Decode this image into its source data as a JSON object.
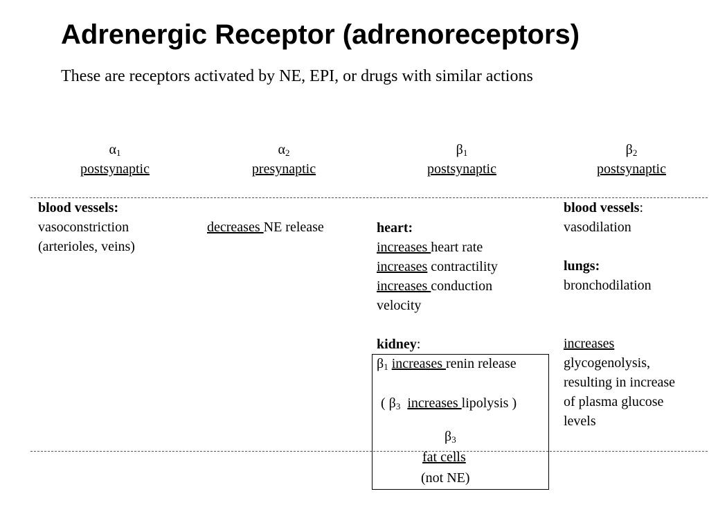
{
  "title": "Adrenergic Receptor (adrenoreceptors)",
  "subtitle": "These are receptors activated  by NE, EPI,  or drugs with similar actions",
  "headers": [
    {
      "symbol": "α",
      "sub": "1",
      "type": "postsynaptic"
    },
    {
      "symbol": "α",
      "sub": "2",
      "type": "presynaptic"
    },
    {
      "symbol": "β",
      "sub": "1",
      "type": "postsynaptic"
    },
    {
      "symbol": "β",
      "sub": "2",
      "type": "postsynaptic"
    }
  ],
  "alpha1": {
    "heading": "blood vessels:",
    "line1": "vasoconstriction",
    "line2": "(arterioles, veins)"
  },
  "alpha2": {
    "underlined": "decreases ",
    "rest": "NE release"
  },
  "beta1": {
    "heart_heading": "heart:",
    "hr_u": "increases ",
    "hr_rest": "heart rate",
    "contr_u": "increases",
    "contr_rest": " contractility",
    "cond_u": "increases ",
    "cond_rest": "conduction",
    "cond_line2": "velocity",
    "kidney_heading": "kidney",
    "kidney_colon": ":",
    "renin_symbol": "β",
    "renin_sub": "1",
    "renin_u": "increases ",
    "renin_rest": "renin release"
  },
  "beta3_box": {
    "open": "( ",
    "symbol": "β",
    "sub": "3",
    "lip_u": "increases ",
    "lip_rest": "lipolysis )",
    "label_symbol": "β",
    "label_sub": "3",
    "fat_cells": "fat cells ",
    "not_ne": "(not NE)"
  },
  "beta2": {
    "bv_heading": "blood vessels",
    "bv_colon": ":",
    "vasodilation": "vasodilation",
    "lungs_heading": "lungs:",
    "bronch": "bronchodilation",
    "inc_u": "increases",
    "glyco1": "glycogenolysis,",
    "glyco2": "resulting in increase",
    "glyco3": "of plasma glucose",
    "glyco4": "levels"
  }
}
